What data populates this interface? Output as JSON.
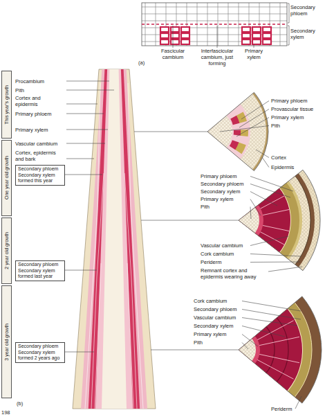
{
  "diagram": {
    "nodes": [
      {
        "text": [
          "This year's growth"
        ]
      },
      {
        "text": [
          "One year old growth"
        ]
      },
      {
        "text": [
          "2 year old growth"
        ]
      },
      {
        "text": [
          "3 year old growth"
        ]
      },
      {
        "text": [
          "Secondary phloem Secondary xylem formed this year"
        ]
      },
      {
        "text": [
          "Secondary phloem Secondary xylem formed last year"
        ]
      },
      {
        "text": [
          "Secondary phloem Secondary xylem formed 2 years ago"
        ]
      }
    ],
    "labels": [
      "Secondary phloem",
      "Secondary xylem",
      "Fascicular cambium",
      "Interfascicular cambium, just forming",
      "Primary xylem",
      "(a)",
      "Procambium",
      "Pith",
      "Cortex and epidermis",
      "Primary phloem",
      "Primary xylem",
      "Vascular cambium",
      "Cortex, epidermis and bark",
      "Primary phloem",
      "Provascular tissue",
      "Primary xylem",
      "Pith",
      "Cortex",
      "Epidermis",
      "Primary phloem",
      "Secondary phloem",
      "Secondary xylem",
      "Primary xylem",
      "Pith",
      "Vascular cambium",
      "Cork cambium",
      "Periderm",
      "Remnant cortex and epidermis wearing away",
      "Cork cambium",
      "Secondary phloem",
      "Vascular cambium",
      "Secondary xylem",
      "Primary xylem",
      "Pith",
      "Periderm",
      "(b)",
      "198"
    ]
  }
}
